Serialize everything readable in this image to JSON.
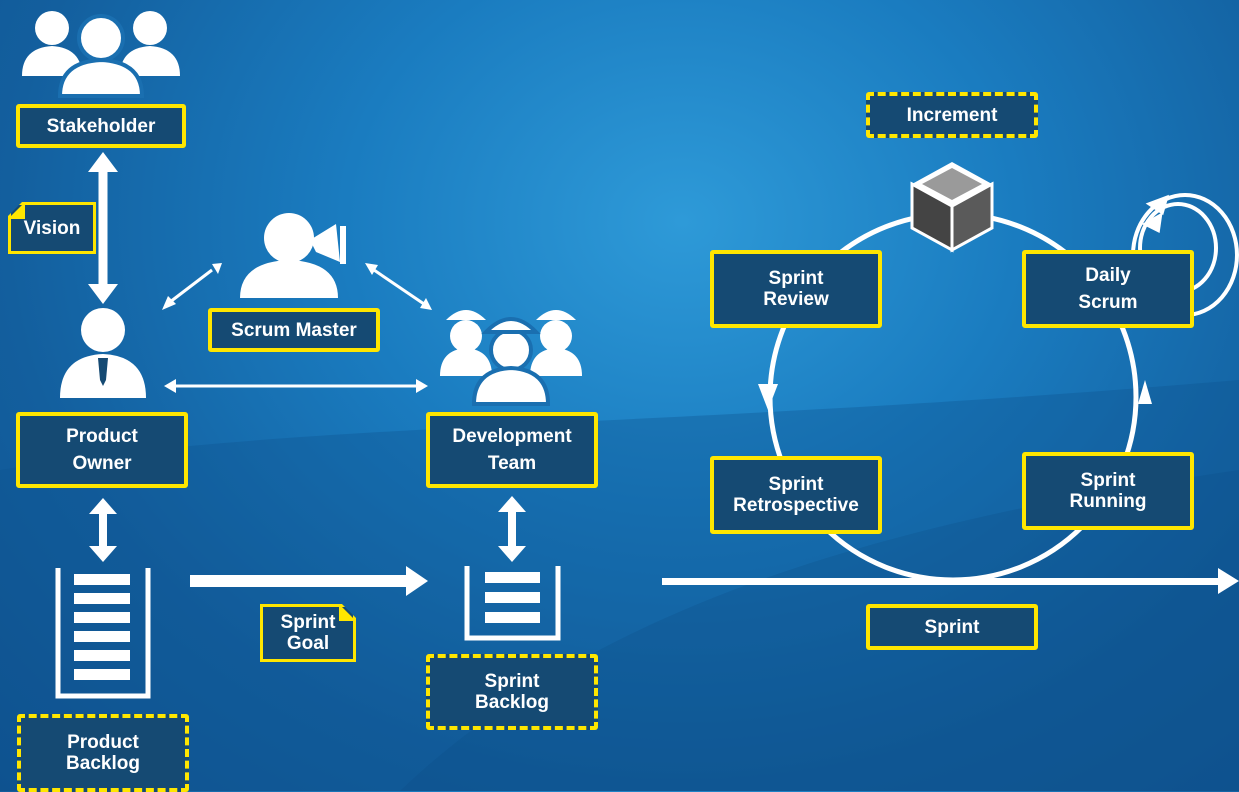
{
  "left": {
    "stakeholder": "Stakeholder",
    "vision": "Vision",
    "scrum_master": "Scrum Master",
    "product_owner": [
      "Product",
      "Owner"
    ],
    "development_team": [
      "Development",
      "Team"
    ],
    "sprint_goal": [
      "Sprint",
      "Goal"
    ],
    "product_backlog": [
      "Product",
      "Backlog"
    ],
    "sprint_backlog": [
      "Sprint",
      "Backlog"
    ]
  },
  "cycle": {
    "increment": "Increment",
    "sprint_review": [
      "Sprint",
      "Review"
    ],
    "daily_scrum": [
      "Daily",
      "Scrum"
    ],
    "sprint_retrospective": [
      "Sprint",
      "Retrospective"
    ],
    "sprint_running": [
      "Sprint",
      "Running"
    ],
    "sprint": "Sprint"
  },
  "colors": {
    "background": "#1a7cc0",
    "box_fill": "#154a73",
    "box_border": "#ffe600",
    "text": "#ffffff"
  }
}
